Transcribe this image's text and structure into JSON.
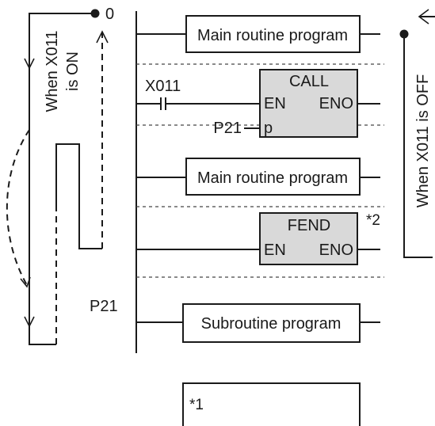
{
  "labels": {
    "step_zero": "0",
    "main_program_1": "Main routine program",
    "main_program_2": "Main routine program",
    "contact_device": "X011",
    "call_title": "CALL",
    "call_en": "EN",
    "call_eno": "ENO",
    "pointer_operand": "P21",
    "pointer_pin": "p",
    "fend_title": "FEND",
    "fend_en": "EN",
    "fend_eno": "ENO",
    "fend_note": "*2",
    "pointer_label": "P21",
    "subroutine": "Subroutine program",
    "note_box": "*1",
    "x011_on_line1": "When X011",
    "x011_on_line2": "is ON",
    "x011_off": "When X011 is OFF"
  }
}
